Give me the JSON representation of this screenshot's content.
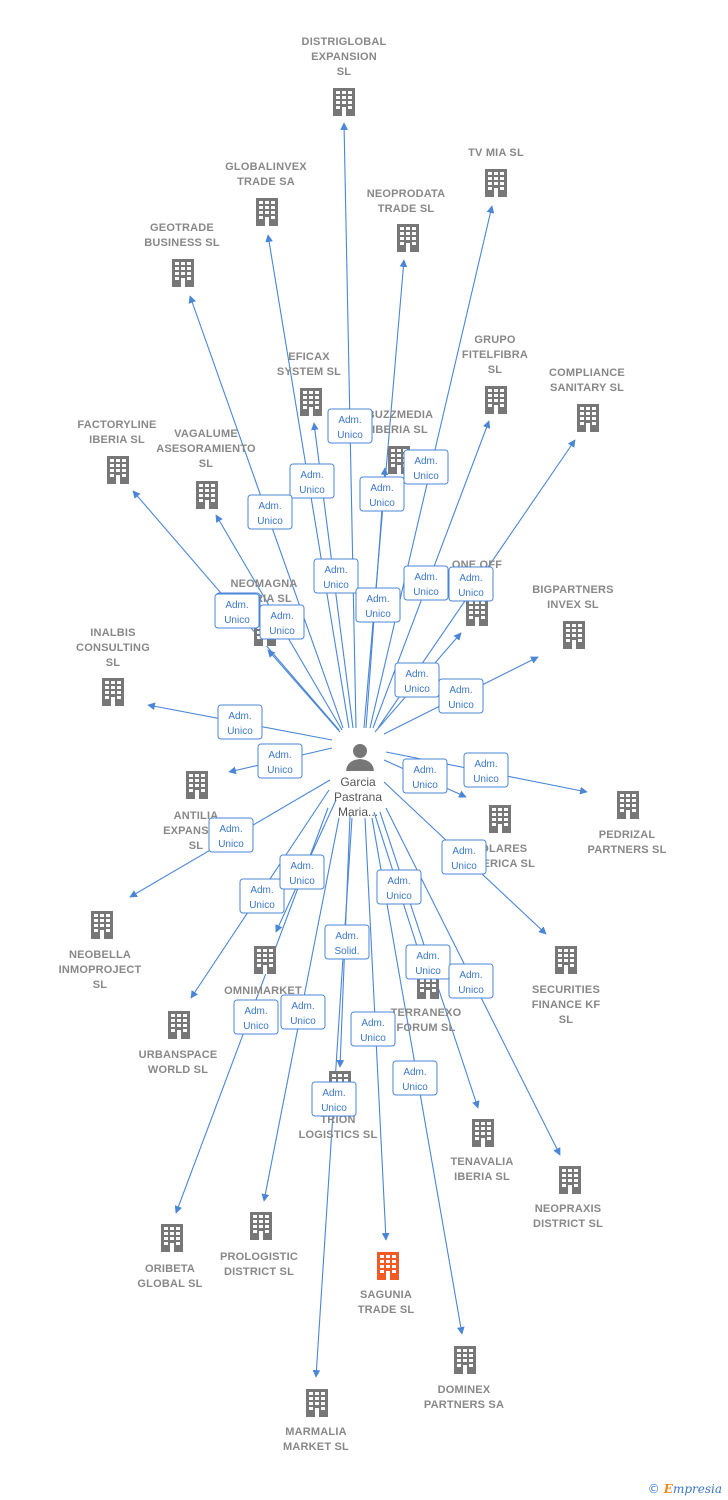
{
  "center": {
    "label": [
      "Garcia",
      "Pastrana",
      "Maria..."
    ]
  },
  "colors": {
    "edge": "#4a86d6",
    "company": "#777777",
    "highlight": "#f15a24",
    "accent": "#3b77c8"
  },
  "companies": [
    {
      "id": "distriglobal",
      "label": [
        "DISTRIGLOBAL",
        "EXPANSION",
        "SL"
      ],
      "role": [
        "Adm.",
        "Unico"
      ]
    },
    {
      "id": "tvmia",
      "label": [
        "TV MIA  SL"
      ],
      "role": [
        "Adm.",
        "Unico"
      ]
    },
    {
      "id": "globalinvex",
      "label": [
        "GLOBALINVEX",
        "TRADE SA"
      ],
      "role": [
        "Adm.",
        "Unico"
      ]
    },
    {
      "id": "neoprodata",
      "label": [
        "NEOPRODATA",
        "TRADE  SL"
      ],
      "role": [
        "Adm.",
        "Unico"
      ]
    },
    {
      "id": "geotrade",
      "label": [
        "GEOTRADE",
        "BUSINESS  SL"
      ],
      "role": [
        "Adm.",
        "Unico"
      ]
    },
    {
      "id": "grupofitel",
      "label": [
        "GRUPO",
        "FITELFIBRA",
        "SL"
      ],
      "role": [
        "Adm.",
        "Unico"
      ]
    },
    {
      "id": "compliance",
      "label": [
        "COMPLIANCE",
        "SANITARY  SL"
      ],
      "role": [
        "Adm.",
        "Unico"
      ]
    },
    {
      "id": "eficax",
      "label": [
        "EFICAX",
        "SYSTEM SL"
      ],
      "role": [
        "Adm.",
        "Unico"
      ]
    },
    {
      "id": "buzzmedia",
      "label": [
        "BUZZMEDIA",
        "IBERIA  SL"
      ],
      "role": [
        "Adm.",
        "Unico"
      ]
    },
    {
      "id": "factoryline",
      "label": [
        "FACTORYLINE",
        "IBERIA  SL"
      ],
      "role": [
        "Adm.",
        "Unico"
      ]
    },
    {
      "id": "vagalume",
      "label": [
        "VAGALUME",
        "ASESORAMIENTO",
        "SL"
      ],
      "role": [
        "Adm.",
        "Unico"
      ]
    },
    {
      "id": "oneoff",
      "label": [
        "ONE OFF",
        "SL"
      ],
      "role": [
        "Adm.",
        "Unico"
      ]
    },
    {
      "id": "bigpartners",
      "label": [
        "BIGPARTNERS",
        "INVEX  SL"
      ],
      "role": [
        "Adm.",
        "Unico"
      ]
    },
    {
      "id": "neomagna",
      "label": [
        "NEOMAGNA",
        "IBERIA  SL"
      ],
      "role": [
        "Adm.",
        "Unico"
      ]
    },
    {
      "id": "inalbis",
      "label": [
        "INALBIS",
        "CONSULTING",
        "SL"
      ],
      "role": [
        "Adm.",
        "Unico"
      ]
    },
    {
      "id": "antilia",
      "label": [
        "ANTILIA",
        "EXPANSION",
        "SL"
      ],
      "role": [
        "Adm.",
        "Unico"
      ]
    },
    {
      "id": "pedrizal",
      "label": [
        "PEDRIZAL",
        "PARTNERS  SL"
      ],
      "role": [
        "Adm.",
        "Unico"
      ]
    },
    {
      "id": "solares",
      "label": [
        "SOLARES",
        "AMERICA  SL"
      ],
      "role": [
        "Adm.",
        "Unico"
      ]
    },
    {
      "id": "neobella",
      "label": [
        "NEOBELLA",
        "INMOPROJECT",
        "SL"
      ],
      "role": [
        "Adm.",
        "Unico"
      ]
    },
    {
      "id": "securities",
      "label": [
        "SECURITIES",
        "FINANCE KF",
        "SL"
      ],
      "role": [
        "Adm.",
        "Unico"
      ]
    },
    {
      "id": "urbanspace",
      "label": [
        "URBANSPACE",
        "WORLD  SL"
      ],
      "role": [
        "Adm.",
        "Unico"
      ]
    },
    {
      "id": "omnimarket",
      "label": [
        "OMNIMARKET",
        "SL"
      ],
      "role": [
        "Adm.",
        "Unico"
      ]
    },
    {
      "id": "terranexo",
      "label": [
        "TERRANEXO",
        "FORUM  SL"
      ],
      "role": [
        "Adm.",
        "Unico"
      ]
    },
    {
      "id": "trion",
      "label": [
        "TRION",
        "LOGISTICS  SL"
      ],
      "role": [
        "Adm.",
        "Solid."
      ]
    },
    {
      "id": "tenavalia",
      "label": [
        "TENAVALIA",
        "IBERIA  SL"
      ],
      "role": [
        "Adm.",
        "Unico"
      ]
    },
    {
      "id": "neopraxis",
      "label": [
        "NEOPRAXIS",
        "DISTRICT  SL"
      ],
      "role": [
        "Adm.",
        "Unico"
      ]
    },
    {
      "id": "oribeta",
      "label": [
        "ORIBETA",
        "GLOBAL  SL"
      ],
      "role": [
        "Adm.",
        "Unico"
      ]
    },
    {
      "id": "prologistic",
      "label": [
        "PROLOGISTIC",
        "DISTRICT  SL"
      ],
      "role": [
        "Adm.",
        "Unico"
      ]
    },
    {
      "id": "sagunia",
      "label": [
        "SAGUNIA",
        "TRADE  SL"
      ],
      "role": [
        "Adm.",
        "Unico"
      ],
      "highlight": true
    },
    {
      "id": "dominex",
      "label": [
        "DOMINEX",
        "PARTNERS SA"
      ],
      "role": [
        "Adm.",
        "Unico"
      ]
    },
    {
      "id": "marmalia",
      "label": [
        "MARMALIA",
        "MARKET  SL"
      ],
      "role": [
        "Adm.",
        "Unico"
      ]
    }
  ],
  "footer": {
    "copyright": "©",
    "brand_initial": "E",
    "brand_rest": "mpresia"
  }
}
